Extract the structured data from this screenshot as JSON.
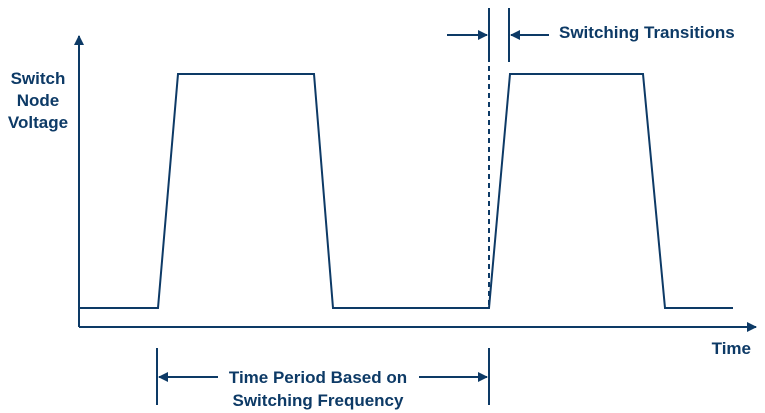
{
  "diagram": {
    "y_axis_label": [
      "Switch",
      "Node",
      "Voltage"
    ],
    "x_axis_label": "Time",
    "transitions_label": "Switching Transitions",
    "period_label": [
      "Time Period Based on",
      "Switching Frequency"
    ],
    "colors": {
      "line": "#0d3a66",
      "background": "#ffffff"
    }
  }
}
